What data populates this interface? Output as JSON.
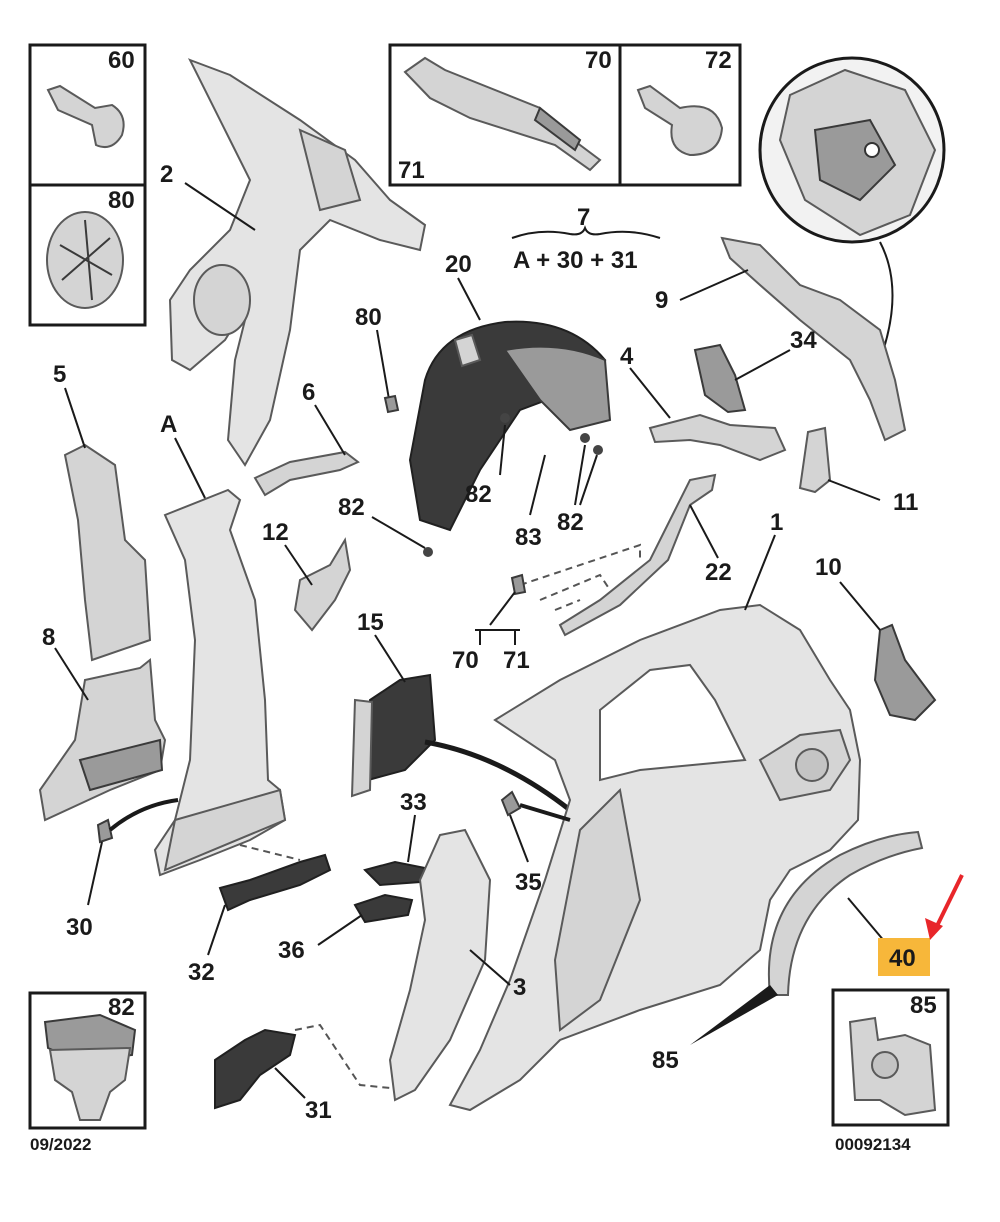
{
  "callouts": {
    "c60": "60",
    "c80box": "80",
    "c70": "70",
    "c71box": "71",
    "c72": "72",
    "c7": "7",
    "formula": "A + 30 + 31",
    "c2": "2",
    "c20": "20",
    "c80": "80",
    "c9": "9",
    "c34": "34",
    "c4": "4",
    "c5": "5",
    "cA": "A",
    "c6": "6",
    "c82a": "82",
    "c83": "83",
    "c82b": "82",
    "c82c": "82",
    "c11": "11",
    "c12": "12",
    "c1": "1",
    "c22": "22",
    "c10": "10",
    "c8": "8",
    "c15": "15",
    "c70b": "70",
    "c71b": "71",
    "c33": "33",
    "c35": "35",
    "c30": "30",
    "c36": "36",
    "c32": "32",
    "c3": "3",
    "c40": "40",
    "c82box": "82",
    "c85": "85",
    "c85box": "85",
    "c31": "31"
  },
  "highlight_color": "#f7b73a",
  "arrow_color": "#e8262a",
  "footer": {
    "date": "09/2022",
    "ref": "00092134"
  }
}
